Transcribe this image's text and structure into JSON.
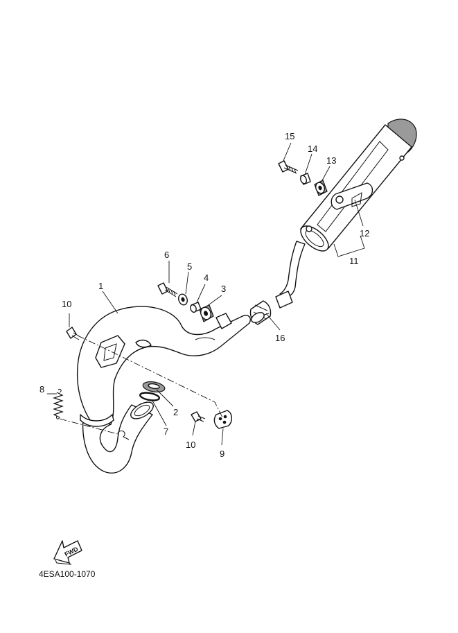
{
  "diagram": {
    "code": "4ESA100-1070",
    "direction_label": "FWD",
    "callouts": [
      "1",
      "2",
      "3",
      "4",
      "5",
      "6",
      "7",
      "8",
      "9",
      "10",
      "10",
      "11",
      "12",
      "13",
      "14",
      "15",
      "16"
    ]
  }
}
